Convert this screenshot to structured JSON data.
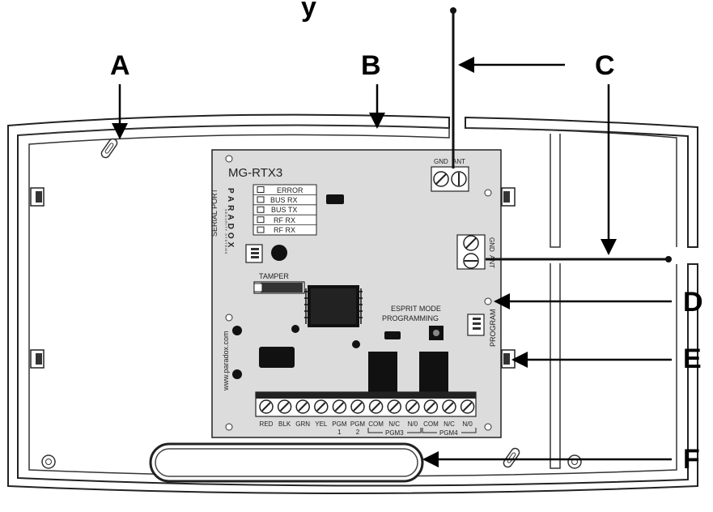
{
  "title_partial": "y",
  "callouts": {
    "a": "A",
    "b": "B",
    "c": "C",
    "d": "D",
    "e": "E",
    "f": "F"
  },
  "board": {
    "model": "MG-RTX3",
    "brand": "PARADOX",
    "brand_sub": "SECURITY SYSTEMS",
    "serial_port": "SERIAL PORT",
    "tamper": "TAMPER",
    "website": "www.paradox.com",
    "esprit_mode": "ESPRIT MODE",
    "programming": "PROGRAMMING",
    "program": "PROGRAM",
    "antenna_top": {
      "gnd": "GND",
      "ant": "ANT"
    },
    "antenna_side": {
      "gnd": "GND",
      "ant": "ANT"
    },
    "leds": [
      "ERROR",
      "BUS RX",
      "BUS TX",
      "RF RX",
      "RF RX"
    ],
    "terminals_top": [
      "RED",
      "BLK",
      "GRN",
      "YEL",
      "PGM",
      "PGM",
      "COM",
      "N/C",
      "N/0",
      "COM",
      "N/C",
      "N/0"
    ],
    "terminals_sub": [
      "",
      "",
      "",
      "",
      "1",
      "2",
      "",
      "",
      "",
      "",
      "",
      ""
    ],
    "pgm_groups": [
      "PGM3",
      "PGM4"
    ]
  }
}
